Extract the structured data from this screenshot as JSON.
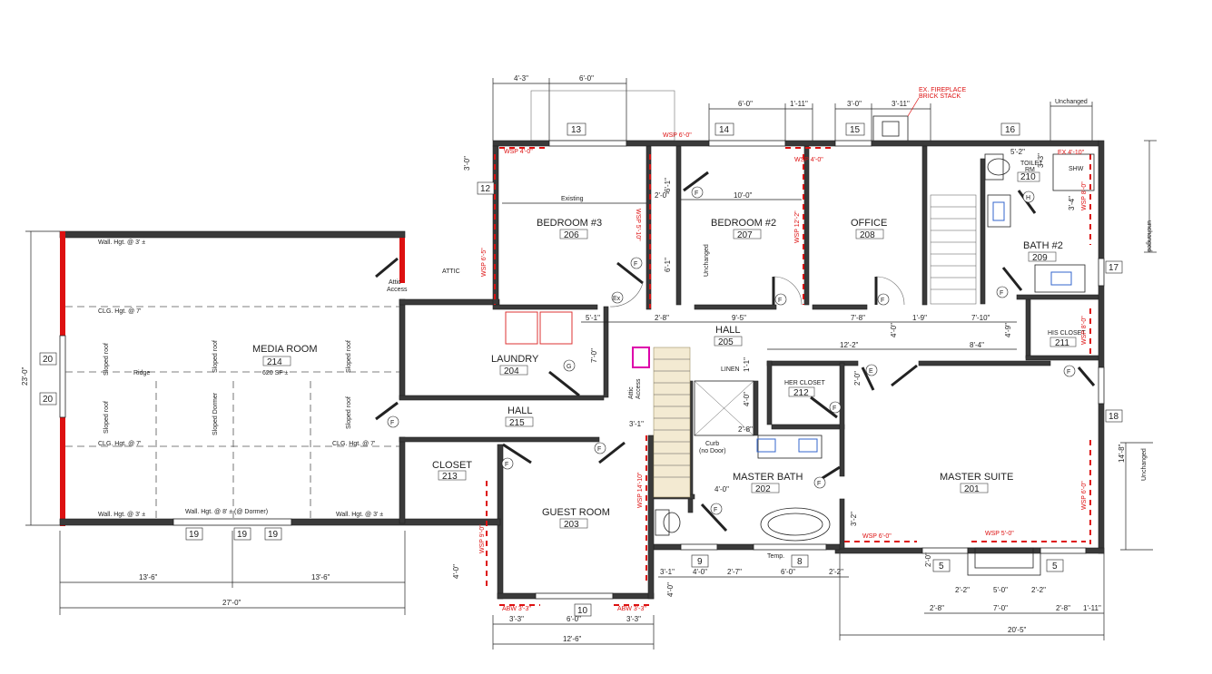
{
  "rooms": {
    "bedroom3": {
      "name": "BEDROOM #3",
      "num": "206"
    },
    "bedroom2": {
      "name": "BEDROOM #2",
      "num": "207"
    },
    "office": {
      "name": "OFFICE",
      "num": "208"
    },
    "bath2": {
      "name": "BATH #2",
      "num": "209"
    },
    "toilet": {
      "name1": "TOILET",
      "name2": "RM",
      "num": "210"
    },
    "hall205": {
      "name": "HALL",
      "num": "205"
    },
    "media": {
      "name": "MEDIA ROOM",
      "num": "214",
      "area": "620 SF ±"
    },
    "laundry": {
      "name": "LAUNDRY",
      "num": "204"
    },
    "hall215": {
      "name": "HALL",
      "num": "215"
    },
    "closet": {
      "name": "CLOSET",
      "num": "213"
    },
    "guest": {
      "name": "GUEST ROOM",
      "num": "203"
    },
    "masterbath": {
      "name": "MASTER BATH",
      "num": "202"
    },
    "mastersuite": {
      "name": "MASTER SUITE",
      "num": "201"
    },
    "hercloset": {
      "name": "HER CLOSET",
      "num": "212"
    },
    "hiscloset": {
      "name": "HIS CLOSET",
      "num": "211"
    }
  },
  "labels": {
    "attic": "ATTIC",
    "attic_access": "Attic",
    "attic_access2": "Access",
    "linen": "LINEN",
    "curb": "Curb",
    "no_door": "(no Door)",
    "temp": "Temp.",
    "existing": "Existing",
    "ridge": "Ridge",
    "shw": "SHW",
    "unchanged": "Unchanged",
    "unchanged_lc": "unchanged",
    "fireplace1": "EX. FIREPLACE",
    "fireplace2": "BRICK STACK",
    "wall_hgt_3": "Wall. Hgt. @ 3' ±",
    "wall_hgt_8": "Wall. Hgt. @ 8' ± (@ Dormer)",
    "clg_hgt_7": "CLG. Hgt. @ 7'",
    "sloped_roof": "Sloped roof",
    "sloped_dormer": "Sloped Dormer",
    "F": "F",
    "G": "G",
    "E": "E",
    "H": "H",
    "Ex": "Ex"
  },
  "red_notes": {
    "wsp40": "WSP 4'-0\"",
    "wsp60a": "WSP 6'-0\"",
    "wsp510": "WSP 5'-10\"",
    "wsp12": "WSP 12'-2\"",
    "wsp40b": "WSP 4'-0\"",
    "wsp410": "EX 4'-10\"",
    "wsp65": "WSP 6'-5\"",
    "wsp60b": "WSP 6'-0\"",
    "wsp80": "WSP 8'-0\"",
    "wsp1410": "WSP 14'-10\"",
    "wsp90": "WSP 9'-0\"",
    "wsp81": "WSP 8'-0\"",
    "wsp60c": "WSP 6'-0\"",
    "wsp50": "WSP 5'-0\"",
    "abw1": "ABW 3'-3\"",
    "abw2": "ABW 3'-3\""
  },
  "windows": [
    "13",
    "14",
    "15",
    "16",
    "12",
    "17",
    "18",
    "20",
    "20",
    "19",
    "19",
    "19",
    "10",
    "9",
    "8",
    "5",
    "5"
  ],
  "dims": {
    "top1": "4'-3\"",
    "top2": "6'-0\"",
    "top3": "6'-0\"",
    "top4": "1'-11\"",
    "top5": "3'-0\"",
    "top6": "3'-11\"",
    "top7": "Unchanged",
    "d30": "3'-0\"",
    "d52": "5'-2\"",
    "d20": "2'-0\"",
    "d100": "10'-0\"",
    "d61": "6'-1\"",
    "d61b": "6'-1\"",
    "d51": "5'-1\"",
    "d28": "2'-8\"",
    "d95": "9'-5\"",
    "d78": "7'-8\"",
    "d19": "1'-9\"",
    "d710": "7'-10\"",
    "d122": "12'-2\"",
    "d84": "8'-4\"",
    "d40": "4'-0\"",
    "d49": "4'-9\"",
    "d70": "7'-0\"",
    "d230": "23'-0\"",
    "d136a": "13'-6\"",
    "d136b": "13'-6\"",
    "d270": "27'-0\"",
    "d33a": "3'-3\"",
    "d60": "6'-0\"",
    "d33b": "3'-3\"",
    "d126": "12'-6\"",
    "d40b": "4'-0\"",
    "d31": "3'-1\"",
    "d27": "2'-7\"",
    "d60b": "6'-0\"",
    "d22": "2'-2\"",
    "d40c": "4'-0\"",
    "d28b": "2'-8\"",
    "d22b": "2'-2\"",
    "d50": "5'-0\"",
    "d22c": "2'-2\"",
    "d70b": "7'-0\"",
    "d28c": "2'-8\"",
    "d111": "1'-11\"",
    "d205": "20'-5\"",
    "d148": "14'-8\"",
    "d32": "3'-2\"",
    "d11": "1'-1\"",
    "d20b": "2'-0\"",
    "d40d": "4'-0\"",
    "d34": "3'-4\"",
    "d33c": "3'-3\"",
    "d31b": "3'-1\""
  }
}
